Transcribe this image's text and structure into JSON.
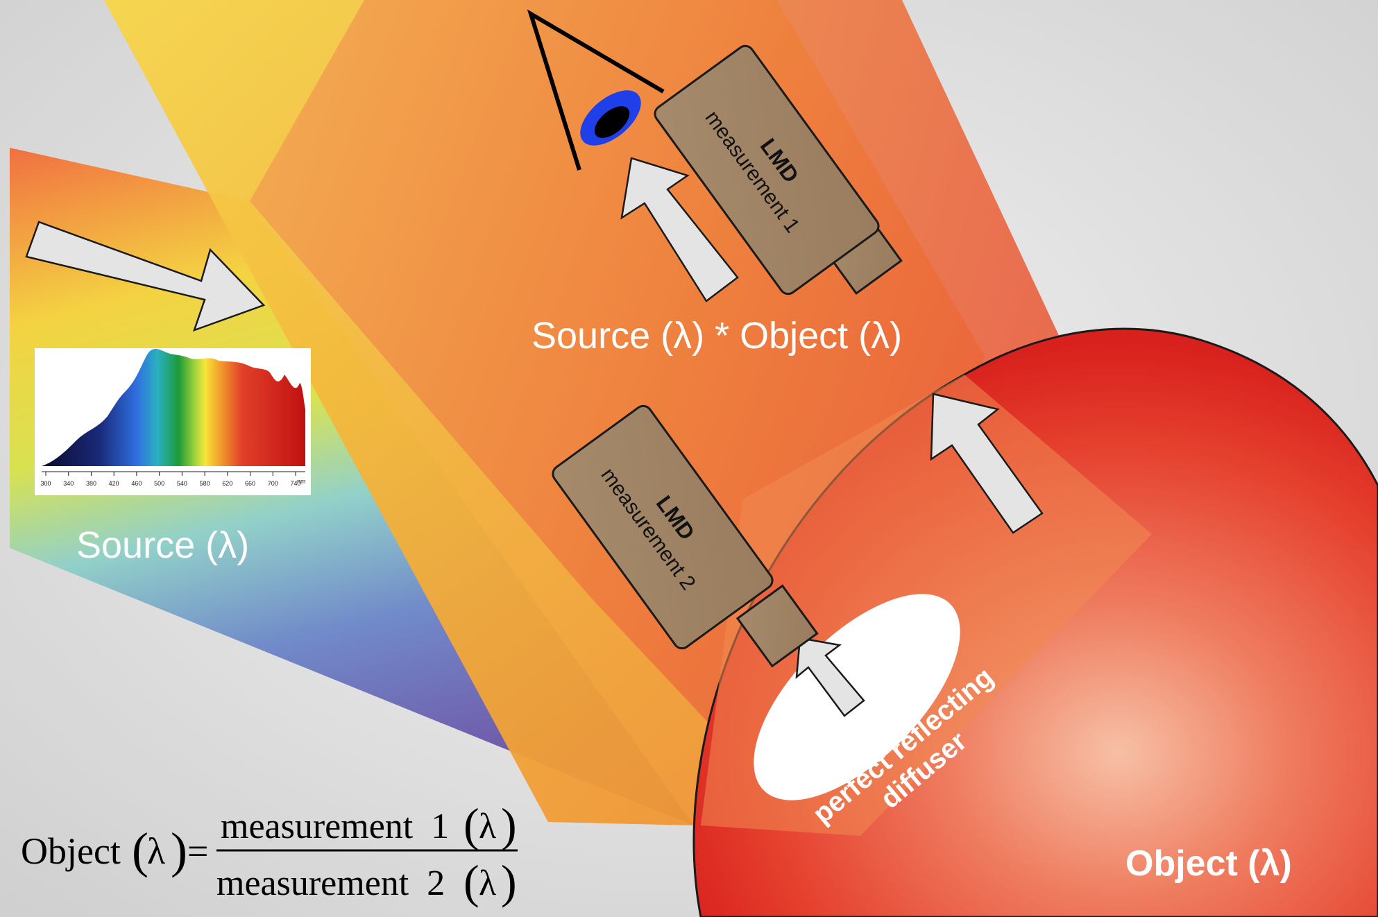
{
  "labels": {
    "source": "Source (λ)",
    "source_times_object": "Source (λ) * Object (λ)",
    "object": "Object (λ)",
    "diffuser_line1": "perfect reflecting",
    "diffuser_line2": "diffuser"
  },
  "lmd1": {
    "title": "LMD",
    "subtitle": "measurement 1"
  },
  "lmd2": {
    "title": "LMD",
    "subtitle": "measurement 2"
  },
  "formula": {
    "lhs": "Object",
    "arg": "λ",
    "equals": "=",
    "numerator": "measurement  1",
    "denominator": "measurement  2"
  },
  "spectrum_axis": {
    "ticks": [
      "300",
      "340",
      "380",
      "420",
      "460",
      "500",
      "540",
      "580",
      "620",
      "660",
      "700",
      "740"
    ],
    "unit": "nm"
  },
  "colors": {
    "background": "#d9d9d9",
    "lmd_fill": "#a08568",
    "arrow_fill": "#e4e4e4",
    "object_red": "#e53a2a",
    "eye_iris": "#1f3fe8"
  },
  "icons": {
    "eye": "eye-icon"
  }
}
